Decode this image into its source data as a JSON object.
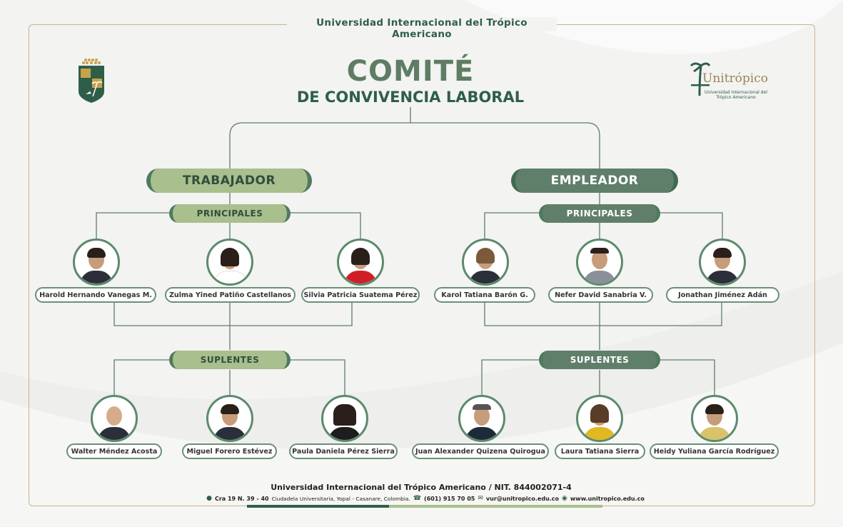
{
  "header": {
    "institution": "Universidad Internacional del Trópico Americano",
    "title": "COMITÉ",
    "subtitle": "DE CONVIVENCIA LABORAL"
  },
  "logo_right": {
    "brand": "Unitrópico",
    "sub": "Universidad Internacional del Trópico Americano"
  },
  "groups": {
    "worker": {
      "label": "TRABAJADOR",
      "principales_label": "PRINCIPALES",
      "suplentes_label": "SUPLENTES",
      "principales": [
        "Harold Hernando Vanegas M.",
        "Zulma Yined Patiño Castellanos",
        "Silvia Patricia Suatema Pérez"
      ],
      "suplentes": [
        "Walter Méndez Acosta",
        "Miguel Forero Estévez",
        "Paula Daniela Pérez Sierra"
      ]
    },
    "employer": {
      "label": "EMPLEADOR",
      "principales_label": "PRINCIPALES",
      "suplentes_label": "SUPLENTES",
      "principales": [
        "Karol Tatiana Barón G.",
        "Nefer David Sanabria V.",
        "Jonathan Jiménez Adán"
      ],
      "suplentes": [
        "Juan Alexander Quizena Quirogua",
        "Laura Tatiana Sierra",
        "Heidy Yuliana García Rodríguez"
      ]
    }
  },
  "footer": {
    "line1": "Universidad Internacional del Trópico Americano / NIT. 844002071-4",
    "address_bold": "Cra 19 N. 39 - 40",
    "address": "Ciudadela Universitaria, Yopal - Casanare, Colombia.",
    "phone": "(601) 915 70 05",
    "email": "vur@unitropico.edu.co",
    "web": "www.unitropico.edu.co"
  },
  "colors": {
    "dark_green": "#2e5e4a",
    "mid_green": "#5f7f6a",
    "light_green": "#a9bf8e",
    "gold": "#c8b48b"
  }
}
